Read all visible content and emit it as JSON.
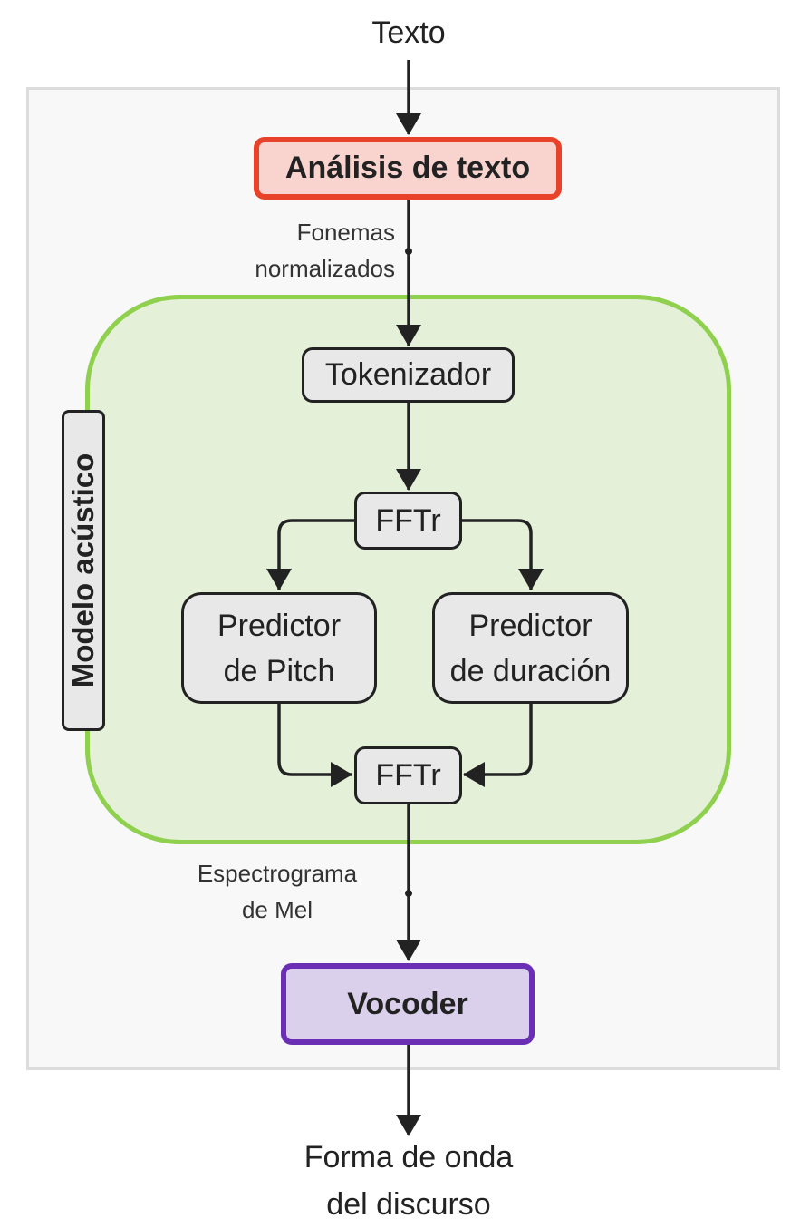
{
  "diagram": {
    "input_label": "Texto",
    "text_analysis": "Análisis de texto",
    "edge_label_1": "Fonemas\nnormalizados",
    "acoustic_model_label": "Modelo acústico",
    "tokenizer": "Tokenizador",
    "fftr_top": "FFTr",
    "pitch_predictor": "Predictor\nde Pitch",
    "duration_predictor": "Predictor\nde duración",
    "fftr_bottom": "FFTr",
    "edge_label_2": "Espectrograma\nde Mel",
    "vocoder": "Vocoder",
    "output_label": "Forma de onda\ndel discurso"
  },
  "colors": {
    "text_analysis_border": "#e8432a",
    "text_analysis_fill": "#f9d4cf",
    "acoustic_border": "#8fd04e",
    "acoustic_fill": "#e4f0d8",
    "vocoder_border": "#6a2fb5",
    "vocoder_fill": "#dbd0eb",
    "node_fill": "#e8e8e8",
    "edge": "#222222"
  }
}
